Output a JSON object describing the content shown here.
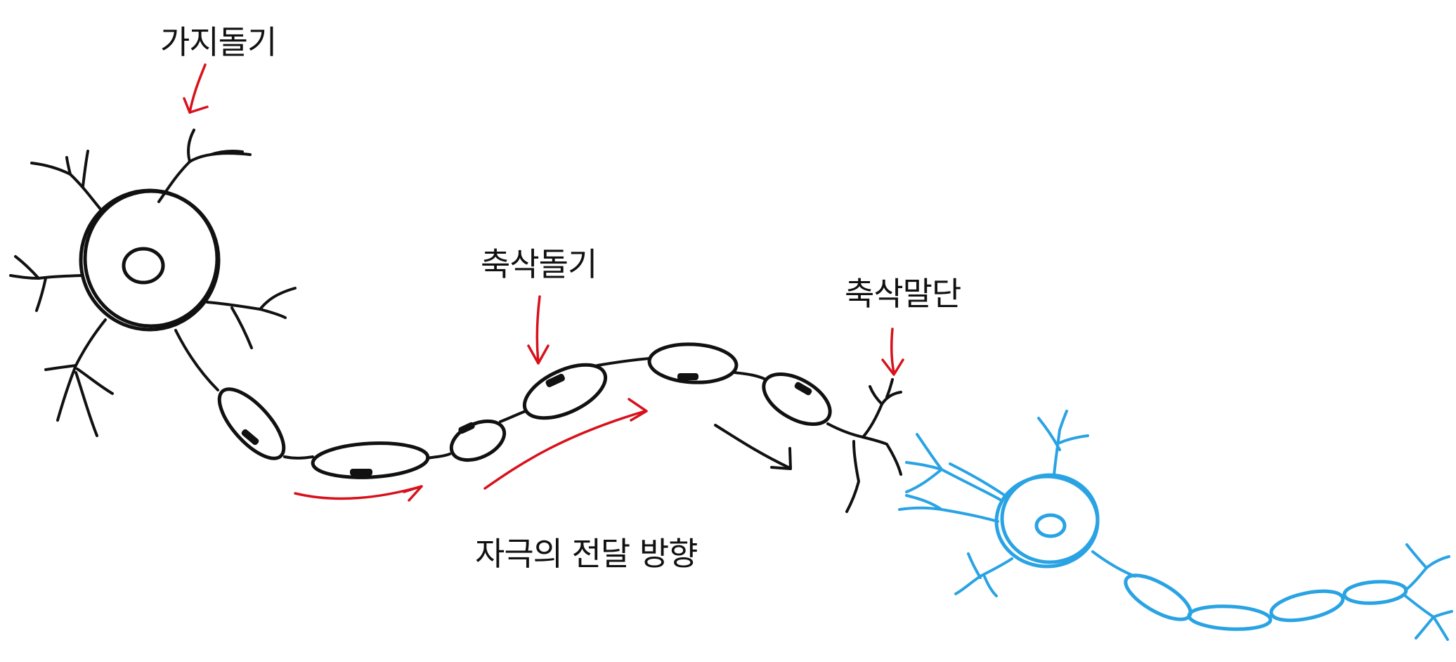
{
  "labels": {
    "dendrite": "가지돌기",
    "axon": "축삭돌기",
    "axon_terminal": "축삭말단",
    "signal_direction": "자극의 전달 방향"
  },
  "colors": {
    "ink": "#111111",
    "arrow": "#d8111b",
    "second_neuron": "#29a3e3"
  }
}
